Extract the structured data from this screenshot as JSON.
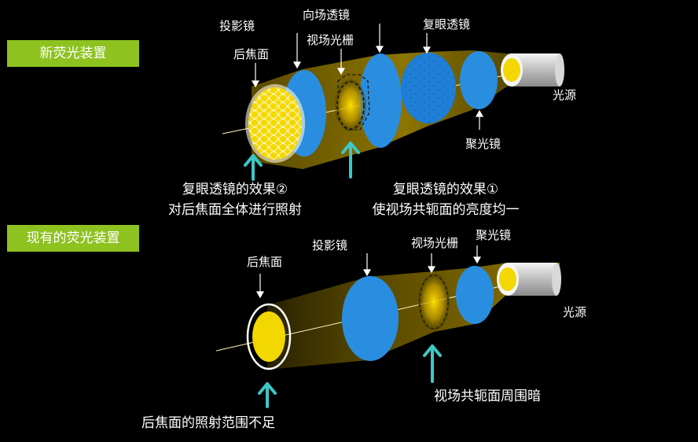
{
  "colors": {
    "background": "#000000",
    "tag_green": "#8dc21f",
    "lens_blue": "#2a8ee0",
    "beam_yellow": "#ffd400",
    "arrow_teal": "#3cc8c8"
  },
  "top": {
    "tag": "新荧光装置",
    "labels": {
      "projection_lens": "投影镜",
      "back_focal_plane": "后焦面",
      "field_lens": "向场透镜",
      "field_stop": "视场光栅",
      "fly_eye_lens": "复眼透镜",
      "condenser": "聚光镜",
      "light_source": "光源"
    },
    "effect2": {
      "line1": "复眼透镜的效果②",
      "line2": "对后焦面全体进行照射"
    },
    "effect1": {
      "line1": "复眼透镜的效果①",
      "line2": "使视场共轭面的亮度均一"
    }
  },
  "bottom": {
    "tag": "现有的荧光装置",
    "labels": {
      "back_focal_plane": "后焦面",
      "projection_lens": "投影镜",
      "field_stop": "视场光栅",
      "condenser": "聚光镜",
      "light_source": "光源"
    },
    "note_left": "后焦面的照射范围不足",
    "note_right": "视场共轭面周围暗"
  }
}
